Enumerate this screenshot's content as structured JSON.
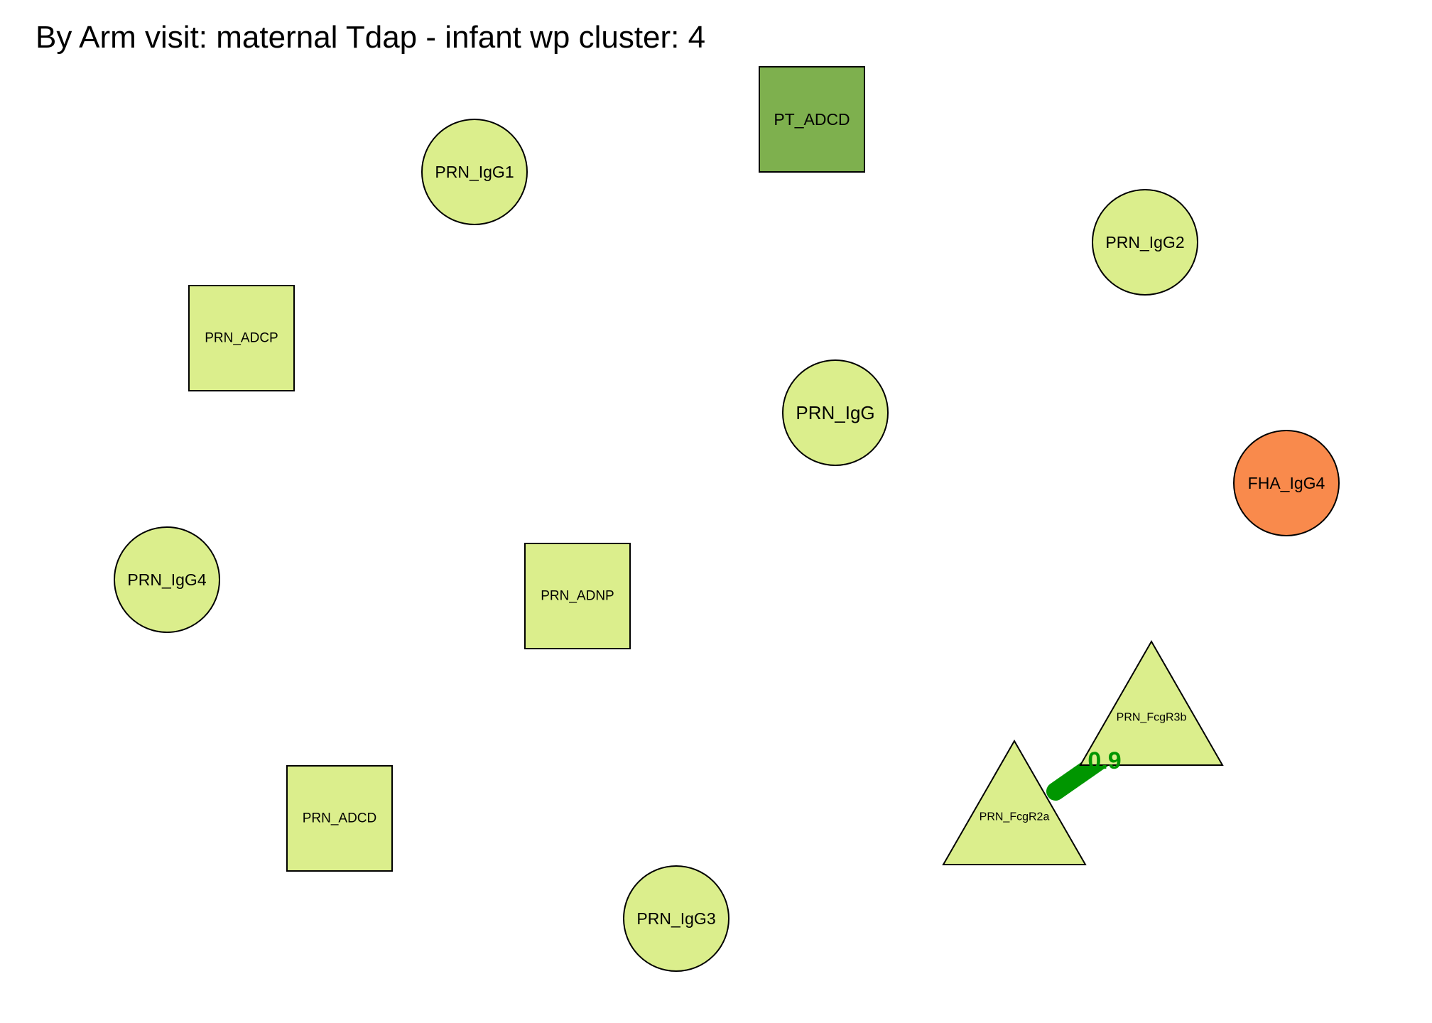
{
  "title": "By Arm visit: maternal Tdap - infant wp cluster: 4",
  "colors": {
    "light_green": "#dbee8c",
    "dark_green": "#7eb04e",
    "orange": "#f98a4c",
    "edge_green": "#009600",
    "stroke": "#000000"
  },
  "nodes": [
    {
      "id": "PT_ADCD",
      "label": "PT_ADCD",
      "shape": "square",
      "fill": "dark_green"
    },
    {
      "id": "PRN_IgG1",
      "label": "PRN_IgG1",
      "shape": "circle",
      "fill": "light_green"
    },
    {
      "id": "PRN_IgG2",
      "label": "PRN_IgG2",
      "shape": "circle",
      "fill": "light_green"
    },
    {
      "id": "PRN_ADCP",
      "label": "PRN_ADCP",
      "shape": "square",
      "fill": "light_green"
    },
    {
      "id": "PRN_IgG",
      "label": "PRN_IgG",
      "shape": "circle",
      "fill": "light_green"
    },
    {
      "id": "FHA_IgG4",
      "label": "FHA_IgG4",
      "shape": "circle",
      "fill": "orange"
    },
    {
      "id": "PRN_IgG4",
      "label": "PRN_IgG4",
      "shape": "circle",
      "fill": "light_green"
    },
    {
      "id": "PRN_ADNP",
      "label": "PRN_ADNP",
      "shape": "square",
      "fill": "light_green"
    },
    {
      "id": "PRN_FcgR3b",
      "label": "PRN_FcgR3b",
      "shape": "triangle",
      "fill": "light_green"
    },
    {
      "id": "PRN_FcgR2a",
      "label": "PRN_FcgR2a",
      "shape": "triangle",
      "fill": "light_green"
    },
    {
      "id": "PRN_ADCD",
      "label": "PRN_ADCD",
      "shape": "square",
      "fill": "light_green"
    },
    {
      "id": "PRN_IgG3",
      "label": "PRN_IgG3",
      "shape": "circle",
      "fill": "light_green"
    }
  ],
  "edges": [
    {
      "from": "PRN_FcgR2a",
      "to": "PRN_FcgR3b",
      "color": "edge_green",
      "label": "0.9"
    }
  ]
}
